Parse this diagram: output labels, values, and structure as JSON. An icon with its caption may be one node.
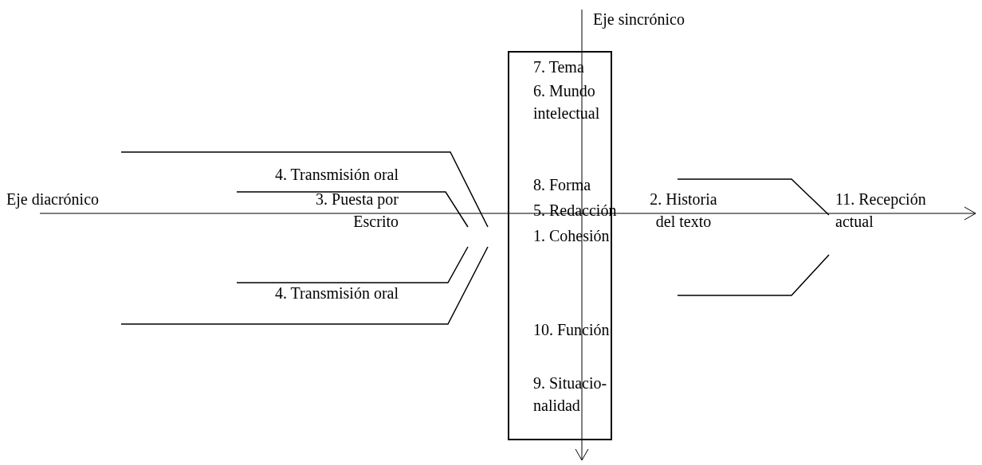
{
  "diagram": {
    "nodes": [
      {
        "text": [
          "7. Tema",
          "6. Mundo intelectual",
          "8. Forma",
          "5. Redacción",
          "1. Cohesión",
          "10. Función",
          "9. Situacio-nalidad"
        ]
      }
    ],
    "edges": [],
    "labels": [
      "Eje sincrónico",
      "4. Transmisión oral",
      "Eje diacrónico",
      "3. Puesta por Escrito",
      "2. Historia del texto",
      "11. Recepción actual",
      "4. Transmisión oral"
    ]
  }
}
